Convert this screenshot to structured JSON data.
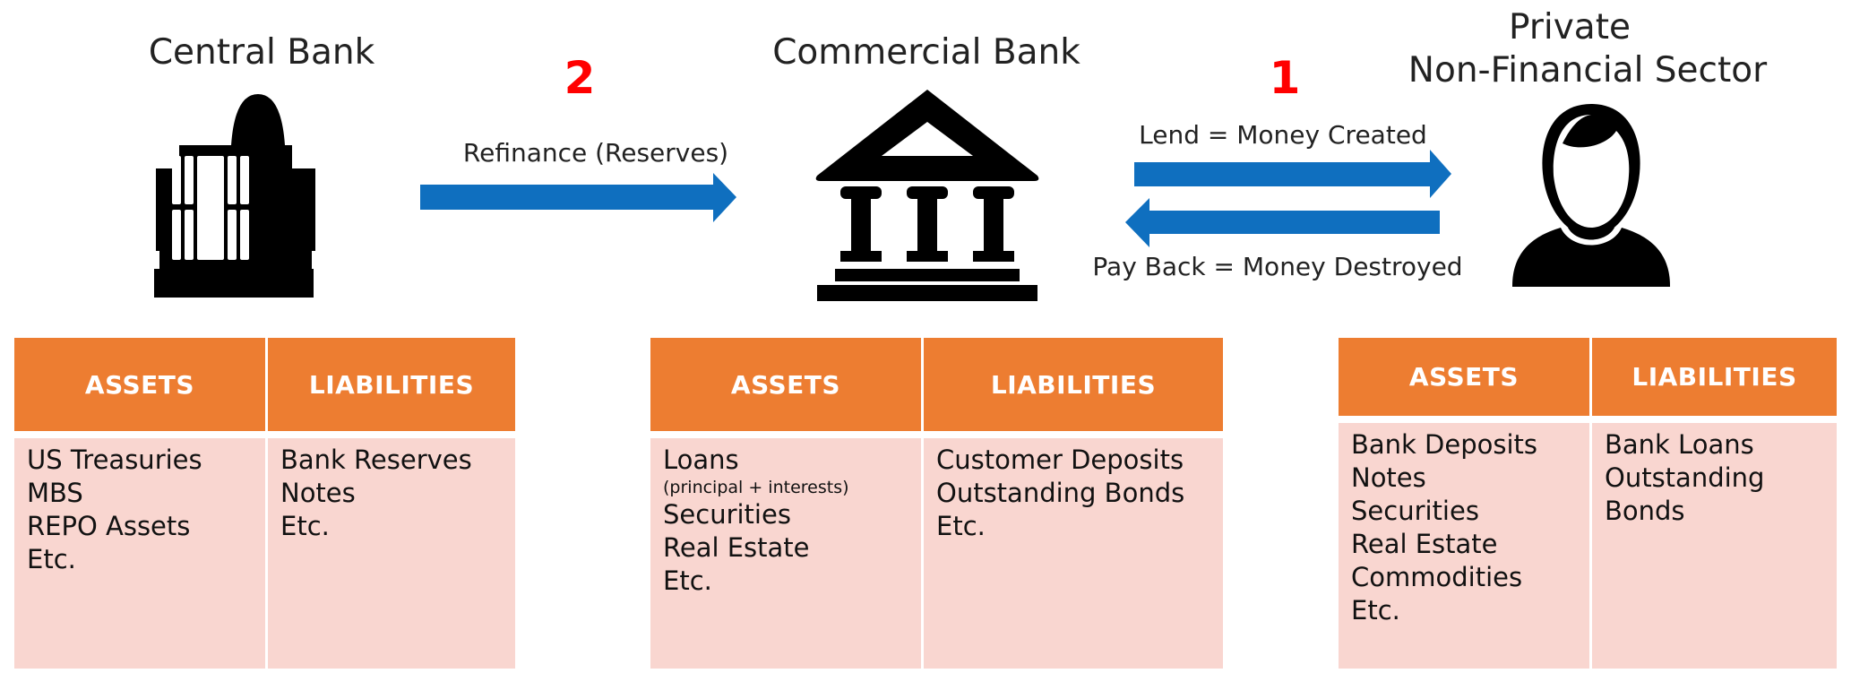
{
  "entities": {
    "central_bank": "Central Bank",
    "commercial_bank": "Commercial Bank",
    "private_line1": "Private",
    "private_line2": "Non-Financial Sector"
  },
  "steps": {
    "step2": "2",
    "step1": "1"
  },
  "flows": {
    "refinance": "Refinance (Reserves)",
    "lend": "Lend = Money Created",
    "pay_back": "Pay Back = Money Destroyed"
  },
  "colors": {
    "header": "#ED7D31",
    "body": "#F9D6D0",
    "arrow": "#0F6FBF",
    "step": "#FF0000"
  },
  "tables": {
    "central_bank": {
      "assets_header": "ASSETS",
      "liabilities_header": "LIABILITIES",
      "assets": [
        "US Treasuries",
        "MBS",
        "REPO Assets",
        "Etc."
      ],
      "liabilities": [
        "Bank Reserves",
        "Notes",
        "Etc."
      ]
    },
    "commercial_bank": {
      "assets_header": "ASSETS",
      "liabilities_header": "LIABILITIES",
      "assets": [
        "Loans",
        "(principal + interests)",
        "Securities",
        "Real Estate",
        "Etc."
      ],
      "liabilities": [
        "Customer Deposits",
        "Outstanding Bonds",
        "Etc."
      ]
    },
    "private_sector": {
      "assets_header": "ASSETS",
      "liabilities_header": "LIABILITIES",
      "assets": [
        "Bank Deposits",
        "Notes",
        "Securities",
        "Real Estate",
        "Commodities",
        "Etc."
      ],
      "liabilities": [
        "Bank Loans",
        "Outstanding",
        "Bonds"
      ]
    }
  }
}
